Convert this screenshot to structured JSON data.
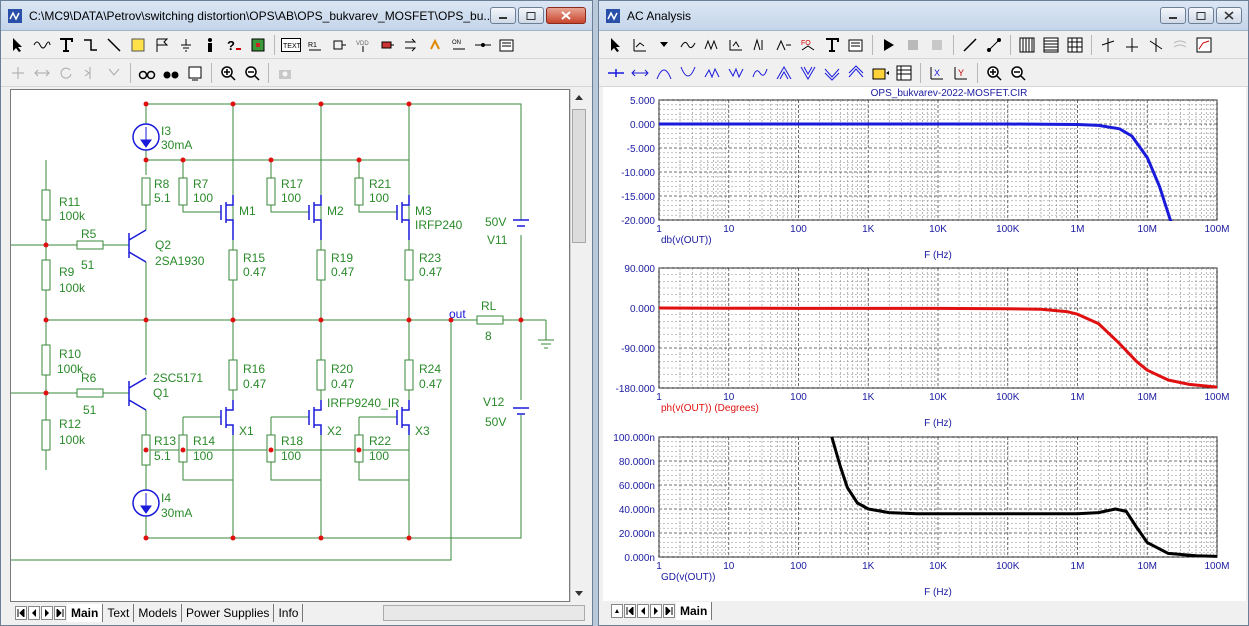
{
  "editor": {
    "title": "C:\\MC9\\DATA\\Petrov\\switching distortion\\OPS\\AB\\OPS_bukvarev_MOSFET\\OPS_bu...",
    "tabs": [
      "Main",
      "Text",
      "Models",
      "Power Supplies",
      "Info"
    ],
    "active_tab": "Main",
    "schematic": {
      "labels": {
        "I3": "I3",
        "I3v": "30mA",
        "I4": "I4",
        "I4v": "30mA",
        "R8": "R8",
        "R8v": "5.1",
        "R7": "R7",
        "R7v": "100",
        "M1": "M1",
        "R17": "R17",
        "R17v": "100",
        "M2": "M2",
        "R21": "R21",
        "R21v": "100",
        "M3": "M3",
        "M3m": "IRFP240",
        "R11": "R11",
        "R11v": "100k",
        "R5": "R5",
        "R5v": "51",
        "Q2": "Q2",
        "Q2m": "2SA1930",
        "R9": "R9",
        "R9v": "100k",
        "R15": "R15",
        "R15v": "0.47",
        "R19": "R19",
        "R19v": "0.47",
        "R23": "R23",
        "R23v": "0.47",
        "V11v": "50V",
        "V11": "V11",
        "out": "out",
        "RL": "RL",
        "RLv": "8",
        "R10": "R10",
        "R10v": "100k",
        "R6": "R6",
        "R6v": "51",
        "Q1m": "2SC5171",
        "Q1": "Q1",
        "R12": "R12",
        "R12v": "100k",
        "R16": "R16",
        "R16v": "0.47",
        "R20": "R20",
        "R20v": "0.47",
        "R24": "R24",
        "R24v": "0.47",
        "Xm": "IRFP9240_IR",
        "X1": "X1",
        "X2": "X2",
        "X3": "X3",
        "R13": "R13",
        "R13v": "5.1",
        "R14": "R14",
        "R14v": "100",
        "R18": "R18",
        "R18v": "100",
        "R22": "R22",
        "R22v": "100",
        "V12": "V12",
        "V12v": "50V"
      }
    }
  },
  "analysis": {
    "title": "AC Analysis",
    "tabs": [
      "Main"
    ],
    "active_tab": "Main",
    "plot_title": "OPS_bukvarev-2022-MOSFET.CIR",
    "colors": {
      "mag": "#1a1adb",
      "phase": "#e01010",
      "gd": "#000000",
      "axis_text": "#1a1aa0"
    }
  },
  "chart_data": [
    {
      "type": "line",
      "ylabel": "db(v(OUT))",
      "xlabel": "F (Hz)",
      "x_scale": "log",
      "xlim": [
        1,
        100000000
      ],
      "x_ticks": [
        "1",
        "10",
        "100",
        "1K",
        "10K",
        "100K",
        "1M",
        "10M",
        "100M"
      ],
      "ylim": [
        -20,
        5
      ],
      "y_ticks": [
        "5.000",
        "0.000",
        "-5.000",
        "-10.000",
        "-15.000",
        "-20.000"
      ],
      "grid": true,
      "series": [
        {
          "x": [
            1,
            10,
            100,
            1000,
            10000,
            100000,
            1000000,
            2000000,
            4000000,
            6000000,
            10000000,
            15000000,
            22000000
          ],
          "y": [
            0,
            0,
            0,
            0,
            0,
            0,
            -0.1,
            -0.3,
            -1.0,
            -2.5,
            -7.0,
            -13.0,
            -20.5
          ]
        }
      ]
    },
    {
      "type": "line",
      "ylabel": "ph(v(OUT)) (Degrees)",
      "xlabel": "F (Hz)",
      "x_scale": "log",
      "xlim": [
        1,
        100000000
      ],
      "x_ticks": [
        "1",
        "10",
        "100",
        "1K",
        "10K",
        "100K",
        "1M",
        "10M",
        "100M"
      ],
      "ylim": [
        -180,
        90
      ],
      "y_ticks": [
        "90.000",
        "0.000",
        "-90.000",
        "-180.000"
      ],
      "grid": true,
      "series": [
        {
          "x": [
            1,
            10,
            100,
            1000,
            10000,
            100000,
            300000,
            700000,
            1000000,
            2000000,
            4000000,
            7000000,
            10000000,
            20000000,
            40000000,
            100000000
          ],
          "y": [
            0,
            -0.5,
            -1,
            -1,
            -1,
            -1.5,
            -3,
            -8,
            -14,
            -35,
            -80,
            -120,
            -140,
            -162,
            -172,
            -178
          ]
        }
      ]
    },
    {
      "type": "line",
      "ylabel": "GD(v(OUT))",
      "xlabel": "F (Hz)",
      "x_scale": "log",
      "xlim": [
        1,
        100000000
      ],
      "x_ticks": [
        "1",
        "10",
        "100",
        "1K",
        "10K",
        "100K",
        "1M",
        "10M",
        "100M"
      ],
      "ylim": [
        0,
        100
      ],
      "y_ticks": [
        "100.000n",
        "80.000n",
        "60.000n",
        "40.000n",
        "20.000n",
        "0.000n"
      ],
      "grid": true,
      "series": [
        {
          "x": [
            300,
            400,
            500,
            700,
            1000,
            2000,
            5000,
            10000,
            100000,
            1000000,
            2000000,
            3500000,
            5000000,
            7000000,
            10000000,
            20000000,
            50000000,
            100000000
          ],
          "y": [
            100,
            75,
            58,
            45,
            40,
            37,
            36,
            36,
            36,
            36,
            37,
            40,
            38,
            25,
            12,
            3,
            1,
            0.5
          ]
        }
      ]
    }
  ]
}
